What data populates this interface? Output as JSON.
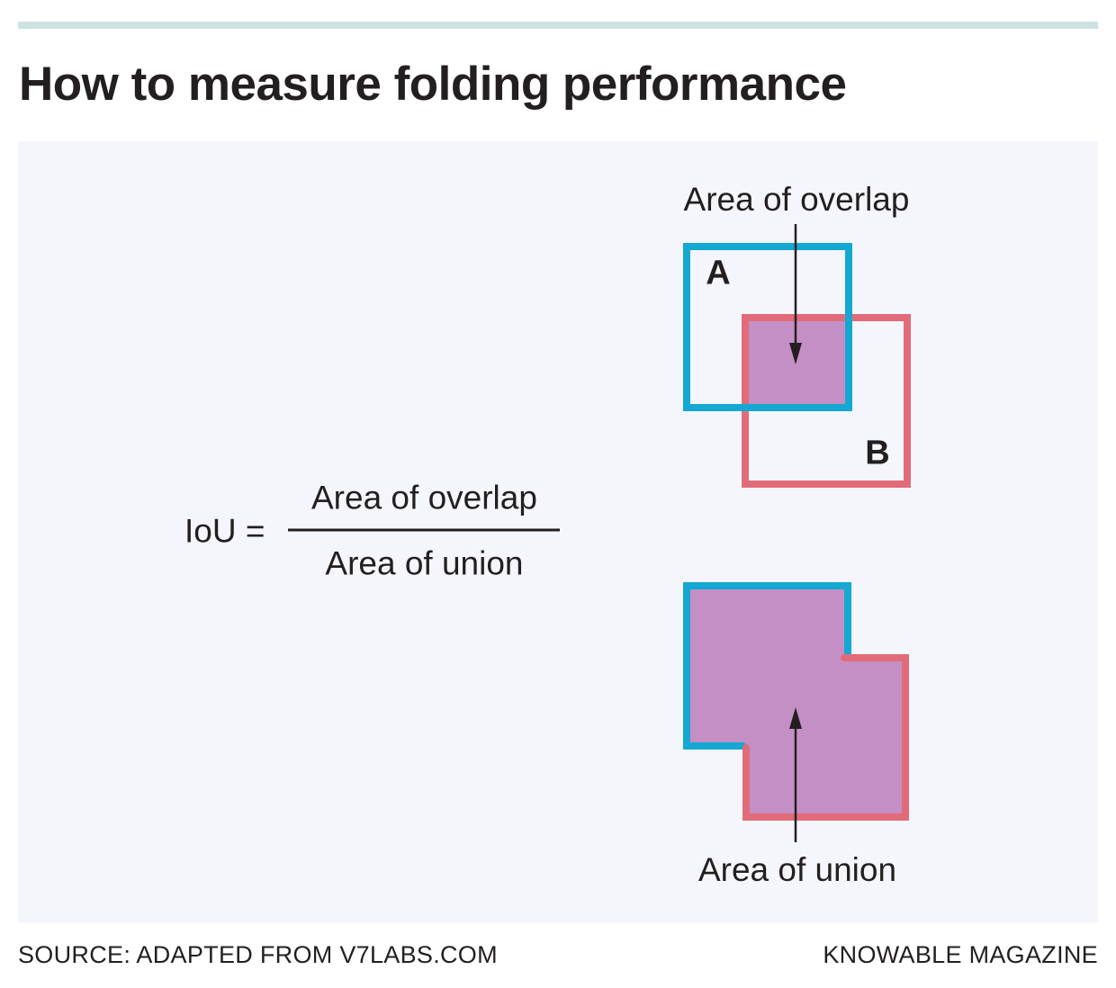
{
  "header": {
    "title": "How to measure folding performance"
  },
  "colors": {
    "accent_bar": "#cfe2e3",
    "panel_bg": "#f4f6fc",
    "box_a_cyan": "#14a8d2",
    "box_b_pink": "#e26b79",
    "overlap_purple": "#c48fc5",
    "text": "#231f20"
  },
  "overlap_diagram": {
    "label": "Area of overlap",
    "box_a_label": "A",
    "box_b_label": "B"
  },
  "formula": {
    "lhs": "IoU =",
    "numerator": "Area of overlap",
    "denominator": "Area of union"
  },
  "union_diagram": {
    "label": "Area of union"
  },
  "footer": {
    "source": "SOURCE: ADAPTED FROM V7LABS.COM",
    "credit": "KNOWABLE MAGAZINE"
  }
}
